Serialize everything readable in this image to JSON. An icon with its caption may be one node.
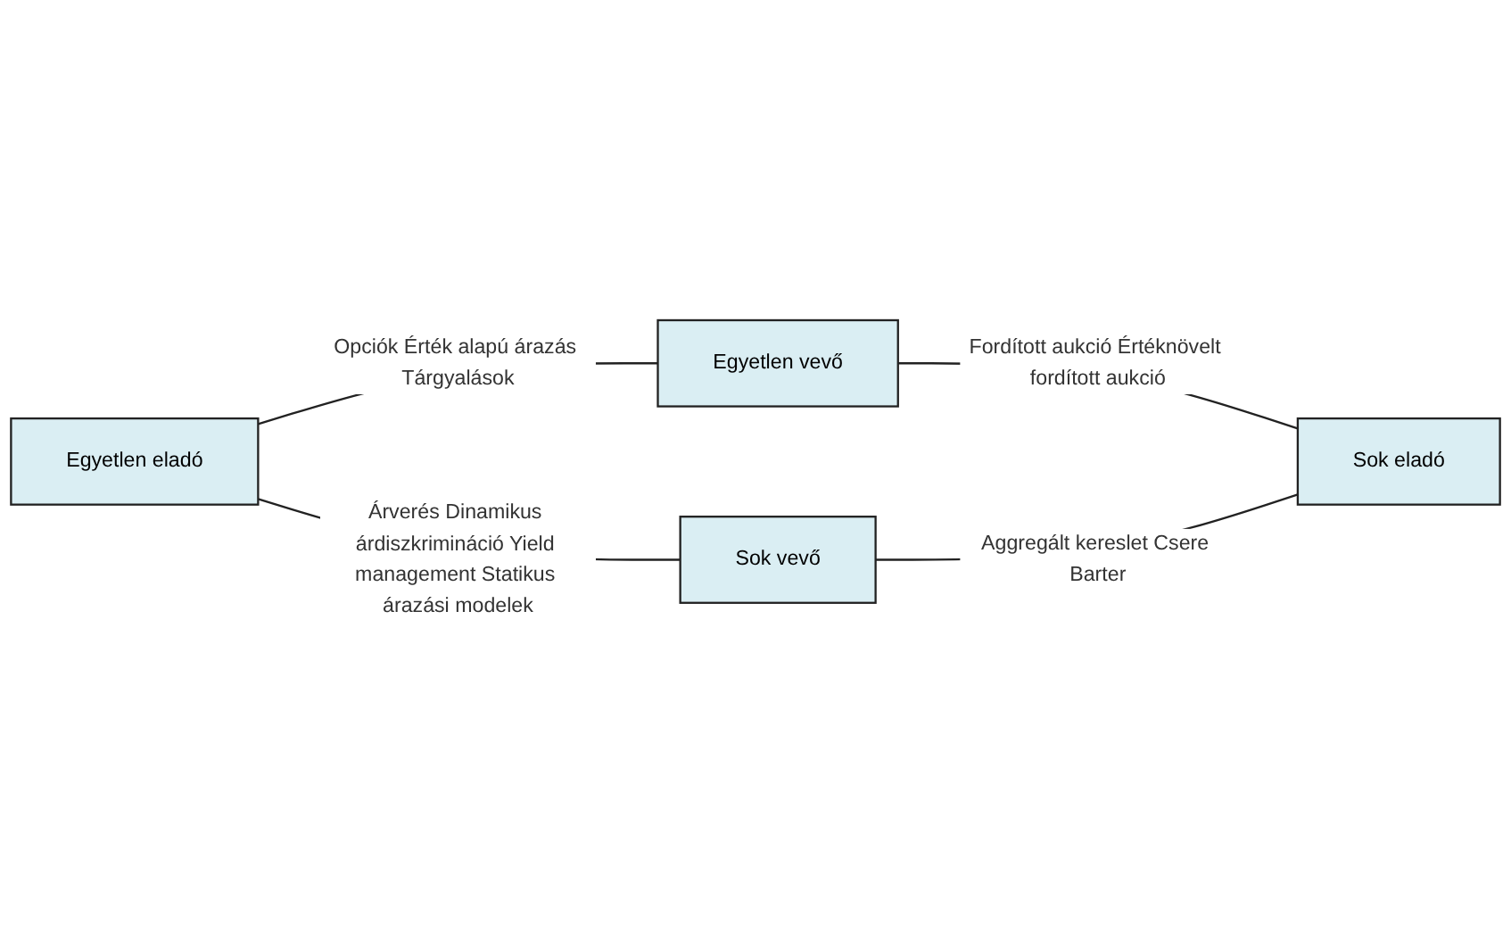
{
  "diagram": {
    "nodes": [
      {
        "text": [
          "Egyetlen eladó"
        ]
      },
      {
        "text": [
          "Egyetlen vevő"
        ]
      },
      {
        "text": [
          "Sok vevő"
        ]
      },
      {
        "text": [
          "Sok eladó"
        ]
      }
    ],
    "edges": [
      {
        "from": 0,
        "to": 1,
        "arrow": "none",
        "label": "Opciók Érték alapú árazás Tárgyalások"
      },
      {
        "from": 0,
        "to": 2,
        "arrow": "none",
        "label": "Árverés Dinamikus árdiszkrimináció Yield management Statikus árazási modelek"
      },
      {
        "from": 1,
        "to": 3,
        "arrow": "none",
        "label": "Fordított aukció Értéknövelt fordított aukció"
      },
      {
        "from": 2,
        "to": 3,
        "arrow": "none",
        "label": "Aggregált kereslet Csere Barter"
      }
    ]
  }
}
